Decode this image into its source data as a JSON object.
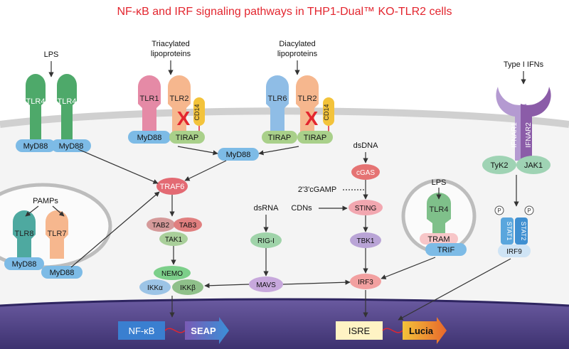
{
  "title": "NF-κB and IRF signaling pathways in THP1-Dual™ KO-TLR2 cells",
  "ligands": {
    "lps1": "LPS",
    "triacyl_1": "Triacylated",
    "triacyl_2": "lipoproteins",
    "diacyl_1": "Diacylated",
    "diacyl_2": "lipoproteins",
    "type1_ifns": "Type I IFNs",
    "pamps": "PAMPs",
    "dsdna": "dsDNA",
    "dsrna": "dsRNA",
    "cgamp": "2'3'cGAMP",
    "cdns": "CDNs",
    "lps2": "LPS"
  },
  "receptors": {
    "tlr4_a": "TLR4",
    "tlr4_b": "TLR4",
    "tlr1": "TLR1",
    "tlr2_a": "TLR2",
    "cd14_a": "CD14",
    "tlr6": "TLR6",
    "tlr2_b": "TLR2",
    "cd14_b": "CD14",
    "ifnar1": "IFNAR1",
    "ifnar2": "IFNAR2",
    "tlr8": "TLR8",
    "tlr7": "TLR7",
    "tlr4_endo": "TLR4"
  },
  "adaptors": {
    "myd88_1": "MyD88",
    "myd88_2": "MyD88",
    "myd88_3": "MyD88",
    "tirap_1": "TIRAP",
    "tirap_2": "TIRAP",
    "tirap_3": "TIRAP",
    "myd88_center": "MyD88",
    "myd88_endo1": "MyD88",
    "myd88_endo2": "MyD88",
    "tram": "TRAM",
    "trif": "TRIF"
  },
  "signaling": {
    "traf6": "TRAF6",
    "tab2": "TAB2",
    "tab3": "TAB3",
    "tak1": "TAK1",
    "nemo": "NEMO",
    "ikka": "IKKα",
    "ikkb": "IKKβ",
    "cgas": "cGAS",
    "sting": "STING",
    "tbk1": "TBK1",
    "rigi": "RIG-I",
    "mavs": "MAVS",
    "irf3": "IRF3",
    "tyk2": "TyK2",
    "jak1": "JAK1",
    "stat1": "STAT1",
    "stat2": "STAT2",
    "irf9": "IRF9",
    "p1": "P",
    "p2": "P"
  },
  "reporters": {
    "nfkb": "NF-κB",
    "seap": "SEAP",
    "isre": "ISRE",
    "lucia": "Lucia"
  },
  "knockout_mark": "X",
  "colors": {
    "title": "#e3262f",
    "tlr_green": "#4ea96a",
    "tlr_pink": "#d9537c",
    "tlr_orange": "#f08a4b",
    "tlr_blue": "#3f8fd1",
    "ifnar_purple": "#8b5ca8",
    "myd88_blue": "#5aa6dd",
    "tirap_green": "#8fbf6a",
    "traf_red": "#e0626a",
    "tab_brown": "#c98a8a",
    "nemo_green": "#7ccf8a",
    "ikk_blue": "#7fb3de",
    "cgas_red": "#e57373",
    "sting_pink": "#f2a7b0",
    "tbk1_purple": "#b9a4d6",
    "mavs_purple": "#c7a8dc",
    "irf3_red": "#f2a0a0",
    "nucleus": "#4b3f7c",
    "knockout": "#e3262f"
  }
}
